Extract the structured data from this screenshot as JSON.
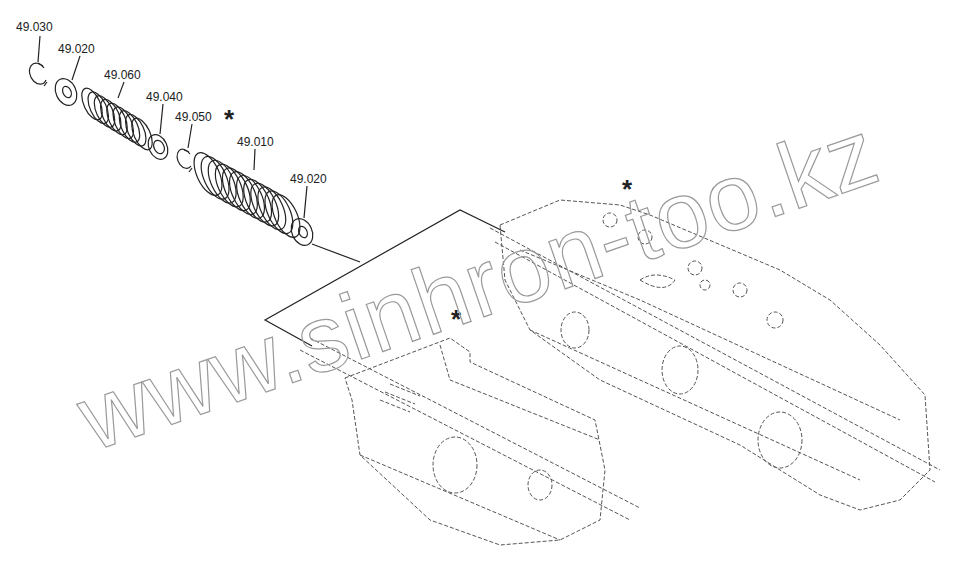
{
  "diagram": {
    "labels": [
      "49.030",
      "49.020",
      "49.060",
      "49.040",
      "49.050",
      "*",
      "49.010",
      "49.020",
      "*",
      "*",
      "www.sinhron-too.kz"
    ]
  }
}
